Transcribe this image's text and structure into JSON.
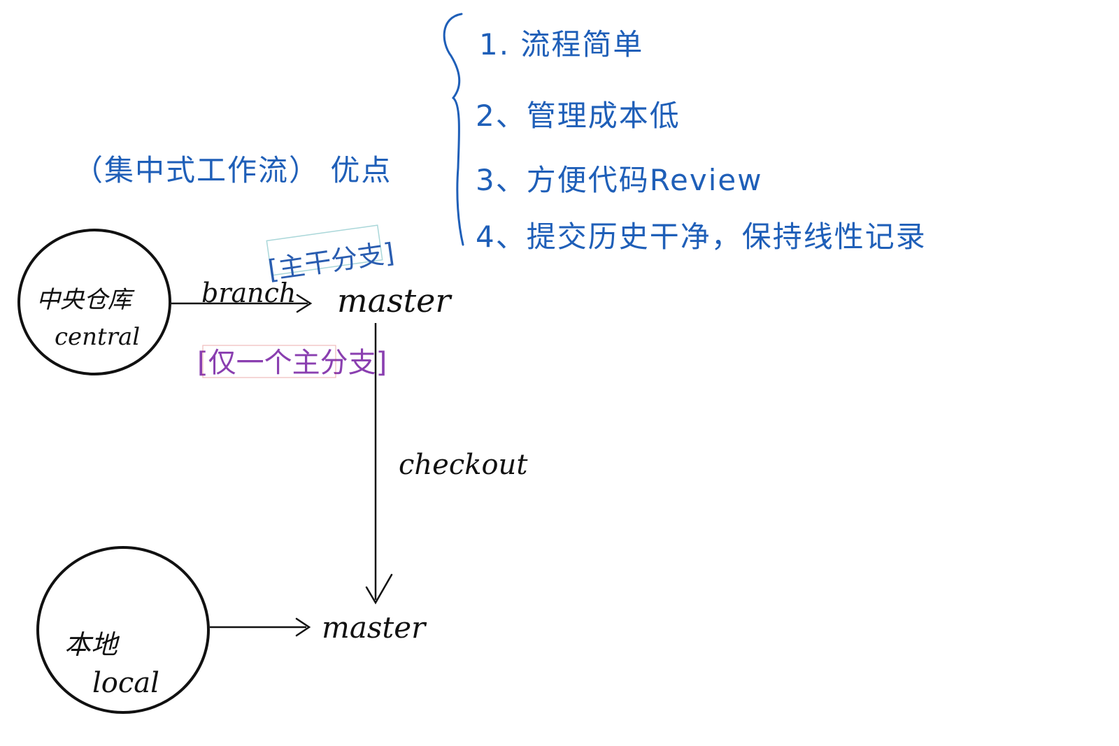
{
  "title_note": "（集中式工作流） 优点",
  "advantages": [
    "1. 流程简单",
    "2、管理成本低",
    "3、方便代码Review",
    "4、提交历史干净，保持线性记录"
  ],
  "advantages_trailing": ".",
  "nodes": {
    "central": {
      "name_cn": "中央仓库",
      "name_en": "central"
    },
    "local": {
      "name_cn": "本地",
      "name_en": "local"
    }
  },
  "branches": {
    "central_branch": "master",
    "local_branch": "master"
  },
  "edges": {
    "central_to_master": "branch",
    "master_down": "checkout"
  },
  "tags": {
    "main_branch_tag": "[主干分支]",
    "only_one_tag": "[仅一个主分支]"
  },
  "colors": {
    "ink_blue": "#1f5fb8",
    "ink_black": "#111111",
    "tag_blue": "#2a5db0",
    "tag_purple": "#8a3fb0",
    "tag_teal": "#2a9aa0",
    "tag_red": "#d04040"
  }
}
